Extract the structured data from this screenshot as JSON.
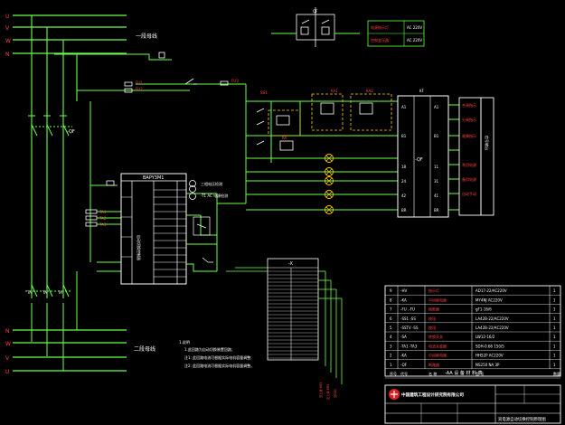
{
  "busbar_labels_top": [
    "U",
    "V",
    "W",
    "N"
  ],
  "busbar_labels_bottom": [
    "N",
    "W",
    "V",
    "U"
  ],
  "primary_bus_note": "一段母线",
  "secondary_bus_note": "二段母线",
  "notes": {
    "heading": "1.说明",
    "lines": [
      "1.此回路为自动切换装置回路;",
      "注1: 此回路电流可根据实际电机容量调整;",
      "注2: 此回路电流可根据实际电机容量调整。"
    ]
  },
  "atse_label": "-QF",
  "controller_title": "BAPY3M1",
  "controller_sublabel": "自动切换控制器",
  "wiring_label": "-X",
  "relay_output_labels": [
    "合闸指示",
    "分闸指示",
    "故障指示",
    "常用电源",
    "备用电源",
    "自动手动"
  ],
  "output_group_label": "信号输出",
  "mini_table": [
    {
      "name": "电源指示灯",
      "value": "AC 220V"
    },
    {
      "name": "控制变压器",
      "value": "AC 220V"
    }
  ],
  "equipment_table": {
    "caption": "-AA 设 备 材 料 表",
    "rows": [
      {
        "no": "9",
        "code": "-HV",
        "name": "指示灯",
        "model": "AD17-22/AC220V",
        "qty": "1"
      },
      {
        "no": "8",
        "code": "-KA",
        "name": "中间继电器",
        "model": "MY4NJ AC220V",
        "qty": "1"
      },
      {
        "no": "7",
        "code": "-FU .-FU",
        "name": "熔断器",
        "model": "gF1-16/6",
        "qty": "1"
      },
      {
        "no": "6",
        "code": "-SS1 -SS",
        "name": "按钮",
        "model": "LA42B-22/AC220V",
        "qty": "1"
      },
      {
        "no": "5",
        "code": "-SSTV -SS",
        "name": "按钮",
        "model": "LA42B-22/AC220V",
        "qty": "1"
      },
      {
        "no": "4",
        "code": "-SA",
        "name": "转换开关",
        "model": "LW12-16/2",
        "qty": "1"
      },
      {
        "no": "3",
        "code": "-TA1 -TA3",
        "name": "电流互感器",
        "model": "SDH-0.66 150/5",
        "qty": "1"
      },
      {
        "no": "2",
        "code": "-KA",
        "name": "中间继电器",
        "model": "HH52P AC220V",
        "qty": "1"
      },
      {
        "no": "1",
        "code": "-QF",
        "name": "断路器",
        "model": "NS250 NA 3P",
        "qty": "1"
      }
    ],
    "header": {
      "no": "序号",
      "code": "代号",
      "name": "名 称",
      "model": "型 号",
      "qty": "数量"
    }
  },
  "title_block": {
    "company": "中国建筑工程设计研究院有限公司",
    "drawing_title": "双电源自动切换控制原理图"
  }
}
